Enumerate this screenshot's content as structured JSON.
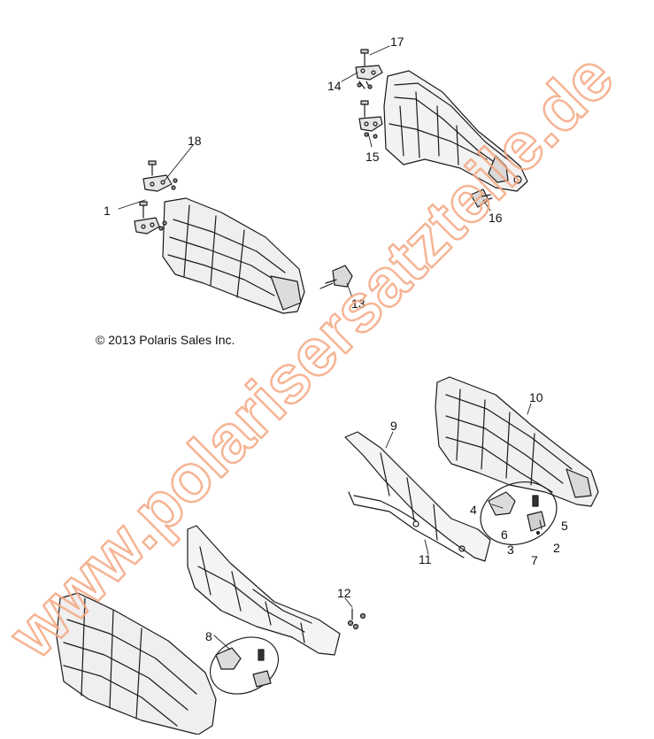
{
  "copyright": "© 2013 Polaris Sales Inc.",
  "watermark": "www.polarisersatzteile.de",
  "watermark_color": "#f5a882",
  "callouts": [
    "1",
    "2",
    "3",
    "4",
    "5",
    "6",
    "7",
    "8",
    "9",
    "10",
    "11",
    "12",
    "13",
    "14",
    "15",
    "16",
    "17",
    "18"
  ]
}
